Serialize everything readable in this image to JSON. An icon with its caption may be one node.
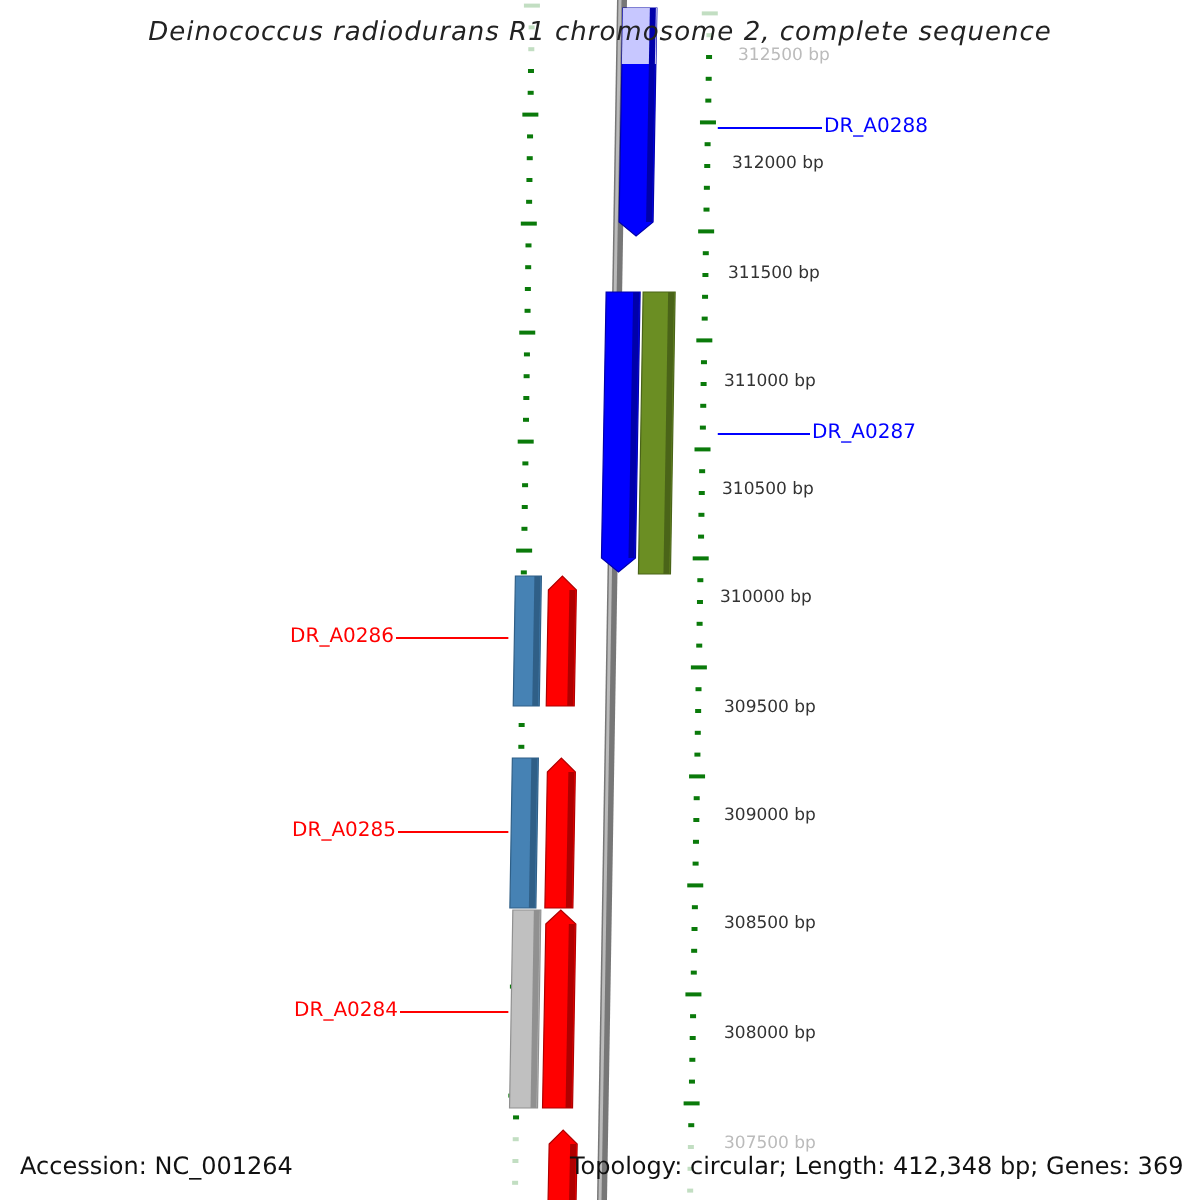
{
  "diagram": {
    "title": "Deinococcus radiodurans R1 chromosome 2, complete sequence",
    "nodes": [
      {
        "text": [
          "DR_A0288"
        ]
      },
      {
        "text": [
          "DR_A0287"
        ]
      },
      {
        "text": [
          "DR_A0286"
        ]
      },
      {
        "text": [
          "DR_A0285"
        ]
      },
      {
        "text": [
          "DR_A0284"
        ]
      },
      {
        "text": [],
        "shape": "bar"
      },
      {
        "text": [],
        "shape": "bar"
      }
    ],
    "edges": [
      {
        "from": 0,
        "to": 6,
        "arrow": "none",
        "color": "#0000ff"
      },
      {
        "from": 1,
        "to": 6,
        "arrow": "none",
        "color": "#0000ff"
      },
      {
        "from": 2,
        "to": 5,
        "arrow": "none"
      },
      {
        "from": 3,
        "to": 5,
        "arrow": "none"
      },
      {
        "from": 4,
        "to": 5,
        "arrow": "none"
      }
    ],
    "labels": [
      "312500 bp",
      "312000 bp",
      "311500 bp",
      "311000 bp",
      "310500 bp",
      "310000 bp",
      "309500 bp",
      "309000 bp",
      "308500 bp",
      "308000 bp",
      "307500 bp",
      "Accession: NC_001264",
      "Topology: circular; Length: 412,348 bp; Genes: 369"
    ]
  }
}
